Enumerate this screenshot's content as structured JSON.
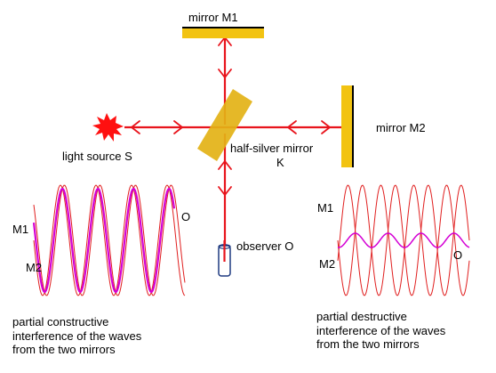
{
  "labels": {
    "mirror_m1": "mirror M1",
    "mirror_m2": "mirror M2",
    "light_source": "light source S",
    "half_silver_line1": "half-silver mirror",
    "half_silver_line2": "K",
    "observer": "observer O",
    "left_m1": "M1",
    "left_m2": "M2",
    "left_o": "O",
    "right_m1": "M1",
    "right_m2": "M2",
    "right_o": "O"
  },
  "captions": {
    "left": [
      "partial constructive",
      "interference of the waves",
      "from the two mirrors"
    ],
    "right": [
      "partial destructive",
      "interference of the waves",
      "from the two mirrors"
    ]
  },
  "colors": {
    "beam": "#e8141c",
    "mirror_fill": "#f2c312",
    "mirror_edge": "#000000",
    "splitter_fill": "#e3b216",
    "wave_thin": "#e01e1e",
    "wave_sum": "#d400d4",
    "source_star": "#ff1010",
    "observer_outline": "#1f3a80"
  },
  "icons": {
    "source": "burst-star-icon",
    "observer": "eye-tube-icon"
  }
}
